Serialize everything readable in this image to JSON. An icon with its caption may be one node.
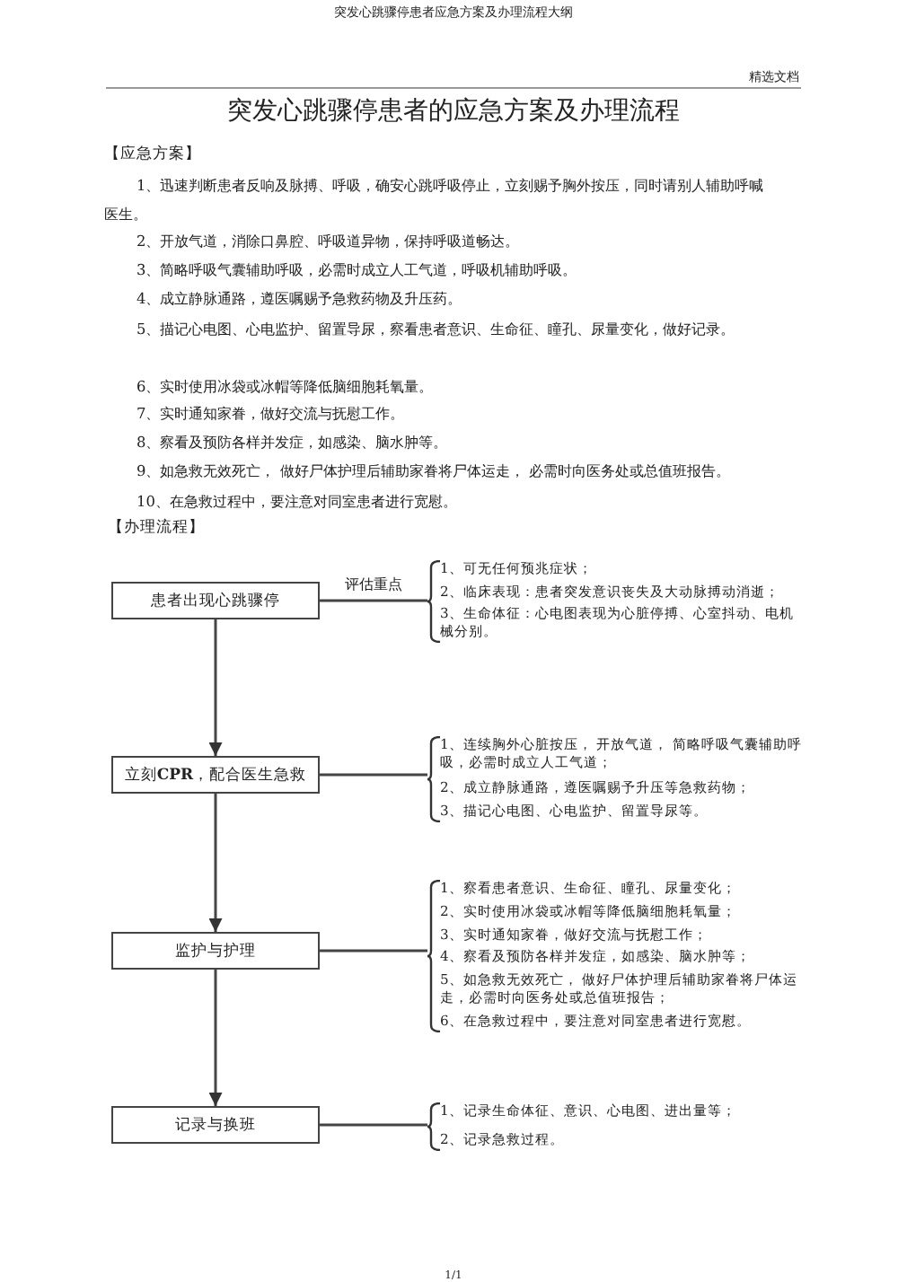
{
  "diagram": {
    "title": "突发心跳骤停患者的应急方案及办理流程",
    "nodes": [
      {
        "text": [
          "患者出现心跳骤停"
        ]
      },
      {
        "text": [
          "1、可无任何预兆症状；",
          "2、临床表现：患者突发意识丧失及大动脉搏动消逝；",
          "3、生命体征：心电图表现为心脏停搏、心室抖动、电机械分别。"
        ]
      },
      {
        "text": [
          "立刻**CPR**，配合医生急救"
        ]
      },
      {
        "text": [
          "1、连续胸外心脏按压， 开放气道， 简略呼吸气囊辅助呼吸，必需时成立人工气道；",
          "2、成立静脉通路，遵医嘱赐予升压等急救药物；",
          "3、描记心电图、心电监护、留置导尿等。"
        ]
      },
      {
        "text": [
          "监护与护理"
        ]
      },
      {
        "text": [
          "1、察看患者意识、生命征、瞳孔、尿量变化；",
          "2、实时使用冰袋或冰帽等降低脑细胞耗氧量；",
          "3、实时通知家眷，做好交流与抚慰工作；",
          "4、察看及预防各样并发症，如感染、脑水肿等；",
          "5、如急救无效死亡， 做好尸体护理后辅助家眷将尸体运走，必需时向医务处或总值班报告；",
          "6、在急救过程中，要注意对同室患者进行宽慰。"
        ]
      },
      {
        "text": [
          "记录与换班"
        ]
      },
      {
        "text": [
          "1、记录生命体征、意识、心电图、进出量等；",
          "2、记录急救过程。"
        ]
      }
    ],
    "edges": [
      {
        "from": 0,
        "to": 1,
        "arrow": "none",
        "label": "评估重点"
      },
      {
        "from": 0,
        "to": 2,
        "arrow": "to"
      },
      {
        "from": 2,
        "to": 3,
        "arrow": "none"
      },
      {
        "from": 2,
        "to": 4,
        "arrow": "to"
      },
      {
        "from": 4,
        "to": 5,
        "arrow": "none"
      },
      {
        "from": 4,
        "to": 6,
        "arrow": "to"
      },
      {
        "from": 6,
        "to": 7,
        "arrow": "none"
      }
    ],
    "labels": [
      "突发心跳骤停患者应急方案及办理流程大纲",
      "精选文档",
      "【应急方案】",
      "1、迅速判断患者反响及脉搏、呼吸，确安心跳呼吸停止，立刻赐予胸外按压，同时请别人辅助呼喊医生。",
      "2、开放气道，消除口鼻腔、呼吸道异物，保持呼吸道畅达。",
      "3、简略呼吸气囊辅助呼吸，必需时成立人工气道，呼吸机辅助呼吸。",
      "4、成立静脉通路，遵医嘱赐予急救药物及升压药。",
      "5、描记心电图、心电监护、留置导尿，察看患者意识、生命征、瞳孔、尿量变化，做好记录。",
      "6、实时使用冰袋或冰帽等降低脑细胞耗氧量。",
      "7、实时通知家眷，做好交流与抚慰工作。",
      "8、察看及预防各样并发症，如感染、脑水肿等。",
      "9、如急救无效死亡， 做好尸体护理后辅助家眷将尸体运走， 必需时向医务处或总值班报告。",
      "10、在急救过程中，要注意对同室患者进行宽慰。",
      "【办理流程】",
      "1/1"
    ]
  }
}
